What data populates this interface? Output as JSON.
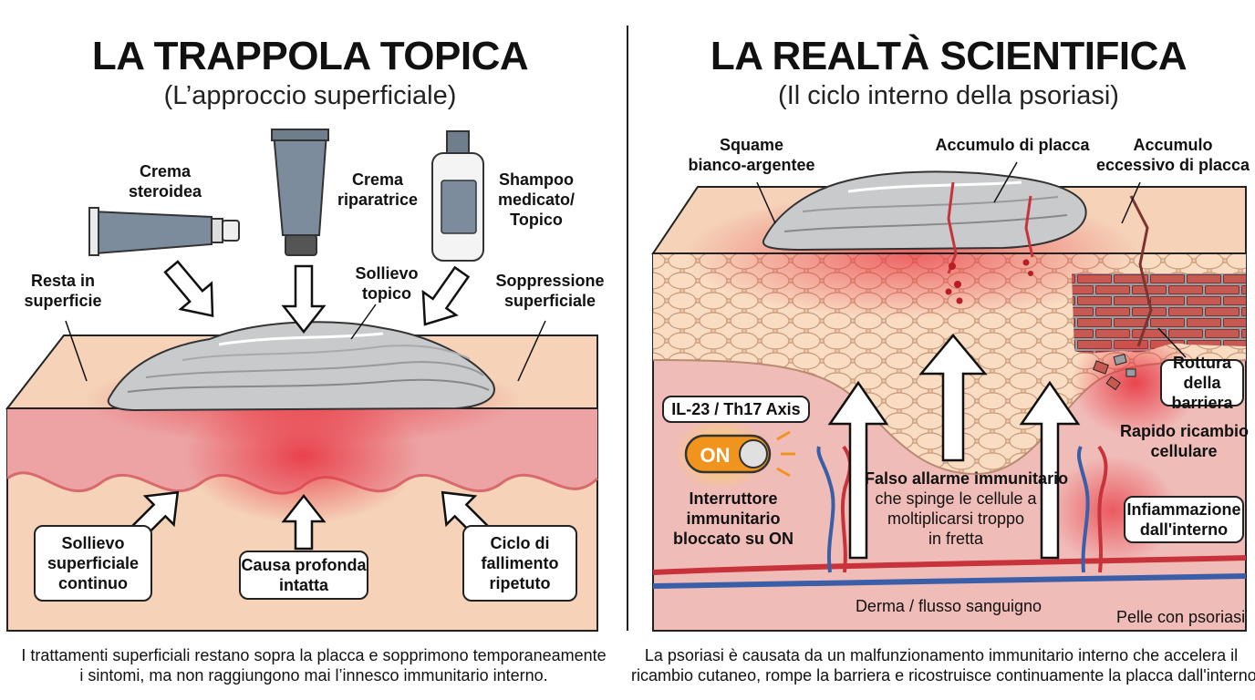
{
  "left": {
    "title": "LA TRAPPOLA TOPICA",
    "subtitle": "(L’approccio superficiale)",
    "labels": {
      "crema_steroidea": [
        "Crema",
        "steroidea"
      ],
      "crema_riparatrice": [
        "Crema",
        "riparatrice"
      ],
      "shampoo": [
        "Shampoo",
        "medicato/",
        "Topico"
      ],
      "resta": [
        "Resta in",
        "superficie"
      ],
      "sollievo_topico": [
        "Sollievo",
        "topico"
      ],
      "soppressione": [
        "Soppressione",
        "superficiale"
      ]
    },
    "boxes": {
      "sollievo_continuo": [
        "Sollievo",
        "superficiale",
        "continuo"
      ],
      "causa": [
        "Causa profonda",
        "intatta"
      ],
      "ciclo": [
        "Ciclo di",
        "fallimento",
        "ripetuto"
      ]
    },
    "caption": [
      "I trattamenti superficiali restano sopra la placca e sopprimono temporaneamente",
      "i sintomi, ma non raggiungono mai l’innesco immunitario interno."
    ]
  },
  "right": {
    "title": "LA REALTÀ SCIENTIFICA",
    "subtitle": "(Il ciclo interno della psoriasi)",
    "labels": {
      "squame": [
        "Squame",
        "bianco-argentee"
      ],
      "accumulo": [
        "Accumulo di placca"
      ],
      "accumulo_eccessivo": [
        "Accumulo",
        "eccessivo di placca"
      ],
      "ricambio": [
        "Rapido ricambio",
        "cellulare"
      ],
      "interruttore": [
        "Interruttore",
        "immunitario",
        "bloccato su ON"
      ],
      "falso_bold": "Falso allarme immunitario",
      "falso_rest": [
        "che spinge le cellule a",
        "moltiplicarsi troppo",
        "in fretta"
      ],
      "derma": "Derma / flusso sanguigno",
      "pelle": "Pelle con psoriasi"
    },
    "boxes": {
      "il23": "IL-23 / Th17 Axis",
      "rottura": [
        "Rottura",
        "della barriera"
      ],
      "infiammazione": [
        "Infiammazione",
        "dall'interno"
      ]
    },
    "switch_label": "ON",
    "caption": [
      "La psoriasi è causata da un malfunzionamento immunitario interno che accelera il",
      "ricambio cutaneo, rompe la barriera e ricostruisce continuamente la placca dall'interno."
    ]
  },
  "colors": {
    "skin": "#f5d2b8",
    "dermis": "#f0b8b4",
    "inflamed": "#e8474f",
    "plaque": "#c9cacb",
    "tube": "#7c8c9c",
    "orange": "#f0941e",
    "vein": "#3a5fa8",
    "artery": "#c8323a"
  }
}
